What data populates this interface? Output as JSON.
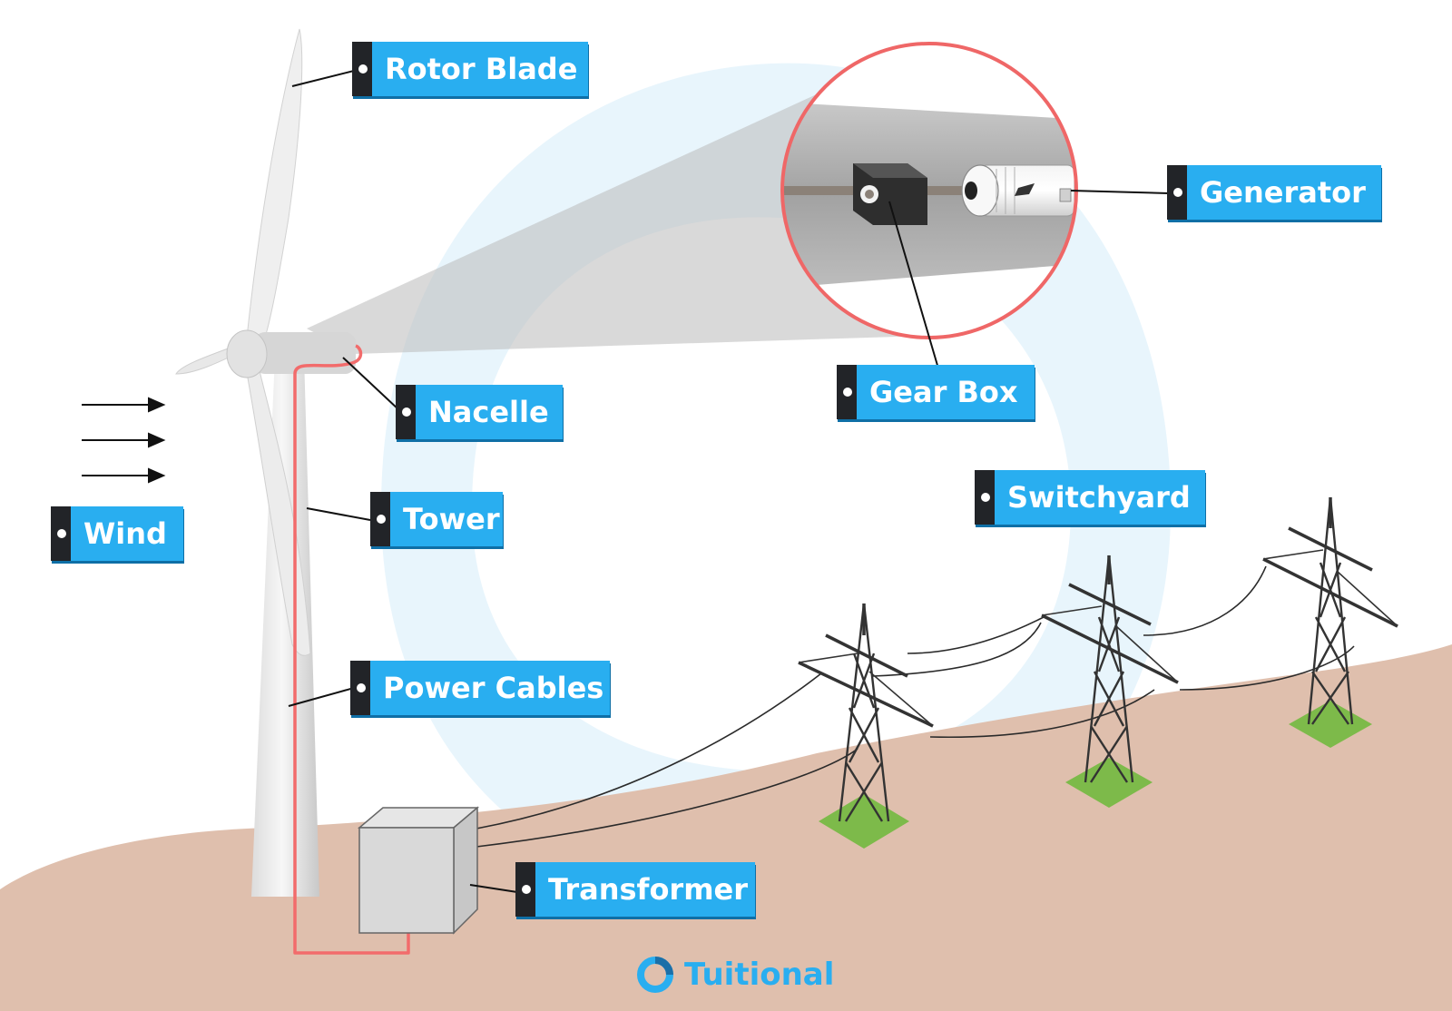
{
  "labels": {
    "rotor_blade": "Rotor Blade",
    "generator": "Generator",
    "nacelle": "Nacelle",
    "gear_box": "Gear Box",
    "wind": "Wind",
    "tower": "Tower",
    "switchyard": "Switchyard",
    "power_cables": "Power Cables",
    "transformer": "Transformer"
  },
  "brand": {
    "name": "Tuitional"
  },
  "colors": {
    "label_bg": "#29aef0",
    "label_tab": "#222428",
    "ground": "#dfbfad",
    "cable": "#f26b6b",
    "zoom_ring": "#ef6767",
    "halo": "#e8f5fc",
    "pylon_base": "#7dba4a"
  }
}
